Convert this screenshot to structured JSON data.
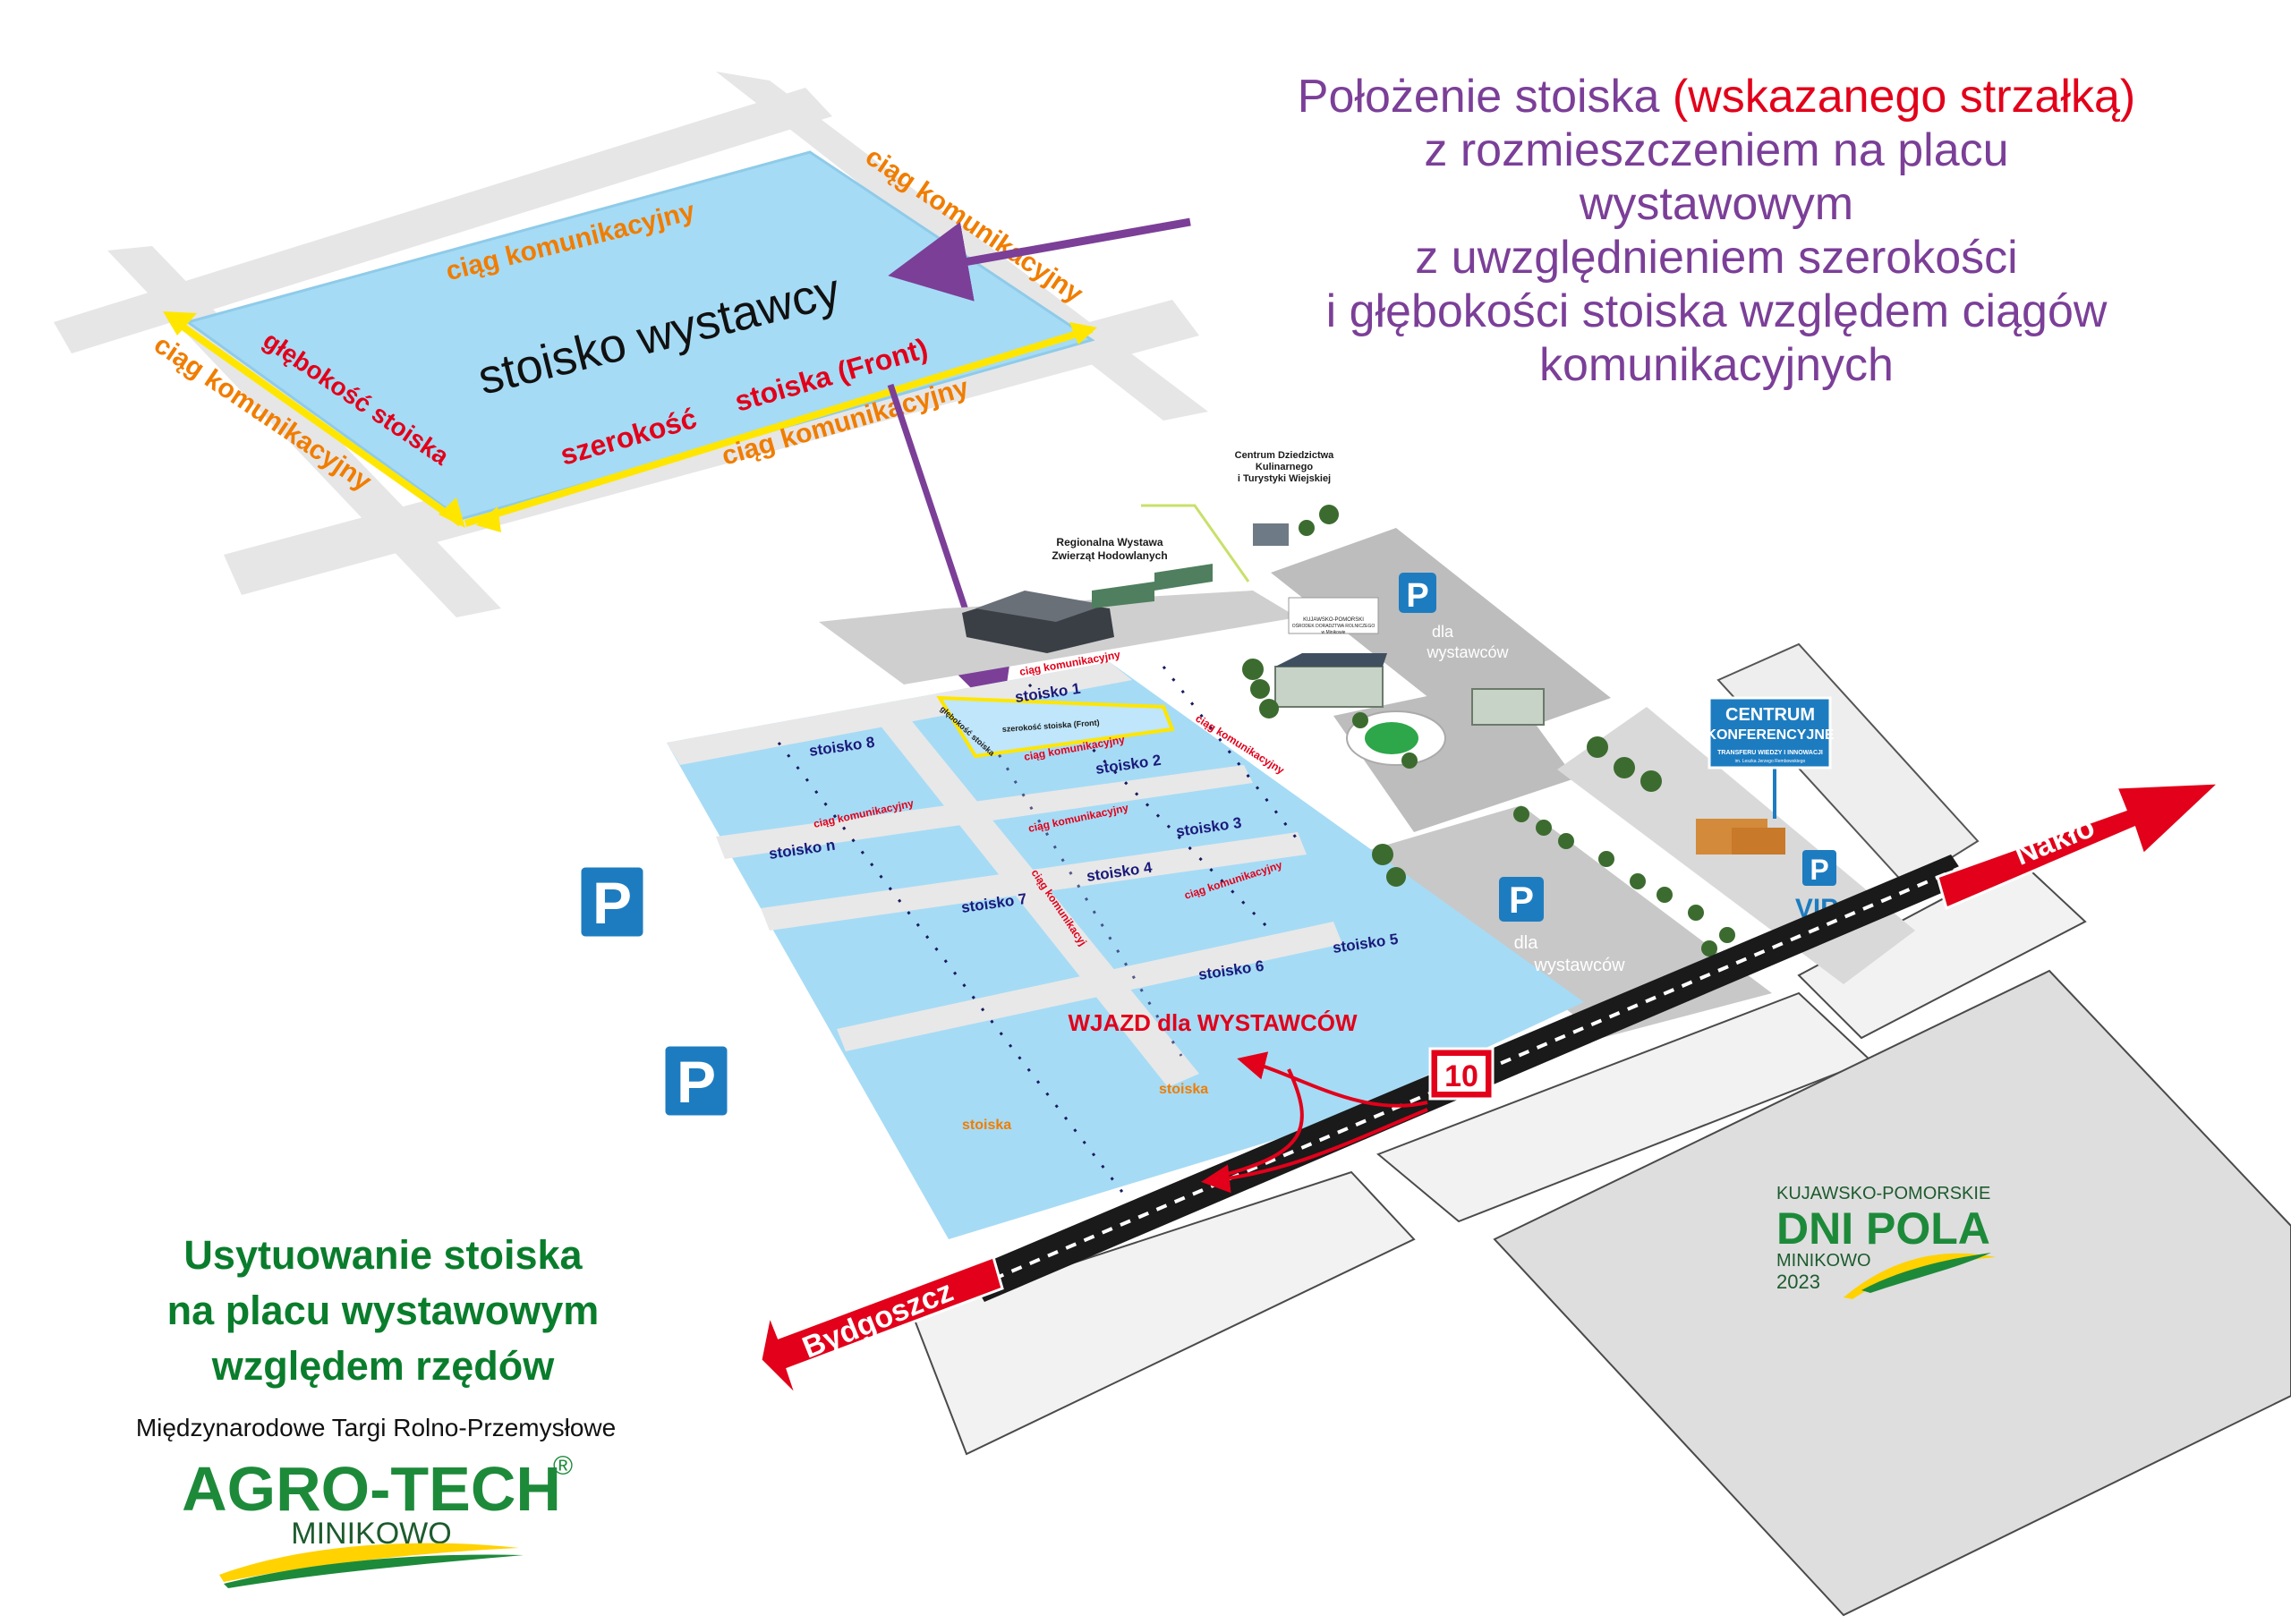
{
  "headline": {
    "line1_start": "Położenie stoiska ",
    "line1_red": "(wskazanego strzałką)",
    "line2": "z rozmieszczeniem na placu",
    "line3": "wystawowym",
    "line4": "z uwzględnieniem szerokości",
    "line5": "i głębokości stoiska względem ciągów",
    "line6": "komunikacyjnych"
  },
  "inset": {
    "booth": "stoisko wystawcy",
    "aisle": "ciąg komunikacyjny",
    "depth": "głębokość stoiska",
    "width": "szerokość",
    "front": "stoiska (Front)"
  },
  "map": {
    "stands": [
      "stoisko 1",
      "stoisko 2",
      "stoisko 3",
      "stoisko 4",
      "stoisko 5",
      "stoisko 6",
      "stoisko 7",
      "stoisko 8",
      "stoisko  n",
      "stoiska",
      "stoiska"
    ],
    "aisle_small": "ciąg komunikacyjny",
    "aisle_small_alt": "ciąg komunikacyj",
    "mini_front": "szerokość  stoiska (Front)",
    "mini_depth": "głębokość stoiska",
    "entry": "WJAZD dla WYSTAWCÓW",
    "road_number": "10",
    "city_left": "Bydgoszcz",
    "city_right": "Nakło",
    "parking_letter": "P",
    "parking_exhibitors_1": "dla",
    "parking_exhibitors_2": "wystawców",
    "vip": "VIP",
    "building_animals_1": "Regionalna Wystawa",
    "building_animals_2": "Zwierząt Hodowlanych",
    "building_heritage_1": "Centrum Dziedzictwa",
    "building_heritage_2": "Kulinarnego",
    "building_heritage_3": "i Turystyki Wiejskiej",
    "kpodr_1": "KUJAWSKO-POMORSKI",
    "kpodr_2": "OŚRODEK DORADZTWA ROLNICZEGO",
    "kpodr_3": "w Minikowie",
    "conference_1": "CENTRUM",
    "conference_2": "KONFERENCYJNE",
    "conference_3": "TRANSFERU WIEDZY I INNOWACJI",
    "conference_4": "im. Leszka Jerzego Rembowskiego"
  },
  "dni_pola": {
    "region": "KUJAWSKO-POMORSKIE",
    "name": "DNI POLA",
    "town": "MINIKOWO",
    "year": "2023"
  },
  "bottom_title": {
    "line1": "Usytuowanie stoiska",
    "line2": "na placu wystawowym",
    "line3": "względem rzędów"
  },
  "fair": {
    "subtitle": "Międzynarodowe Targi Rolno-Przemysłowe",
    "name": "AGRO-TECH",
    "reg": "®",
    "town": "MINIKOWO"
  },
  "colors": {
    "booth_blue": "#a6dbf5",
    "aisle_grey": "#e8e8e8",
    "orange": "#f07d00",
    "red": "#e2001a",
    "purple": "#7b3f98",
    "yellow": "#ffe600",
    "parking_blue": "#1d7cc0",
    "green": "#1d8a3a"
  }
}
